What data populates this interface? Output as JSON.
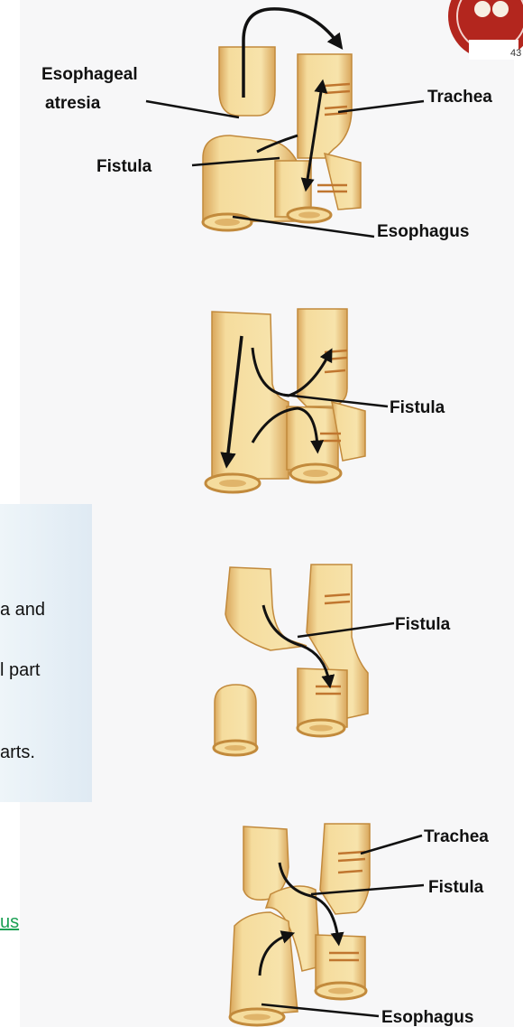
{
  "diagram": {
    "panel1": {
      "labels": {
        "esophageal_atresia_line1": "Esophageal",
        "esophageal_atresia_line2": "atresia",
        "trachea": "Trachea",
        "fistula": "Fistula",
        "esophagus": "Esophagus"
      }
    },
    "panel2": {
      "labels": {
        "fistula": "Fistula"
      }
    },
    "panel3": {
      "labels": {
        "fistula": "Fistula"
      }
    },
    "panel4": {
      "labels": {
        "trachea": "Trachea",
        "fistula": "Fistula",
        "esophagus": "Esophagus"
      }
    },
    "badge_number": "43"
  },
  "edge_text": {
    "line1": "a and",
    "line2": "l part",
    "line3": "arts.",
    "link": "us"
  },
  "colors": {
    "tube_fill": "#f5dc9d",
    "tube_shade": "#d9a65b",
    "ring": "#c28a3c",
    "badge": "#b3261e",
    "link": "#1aa053"
  }
}
